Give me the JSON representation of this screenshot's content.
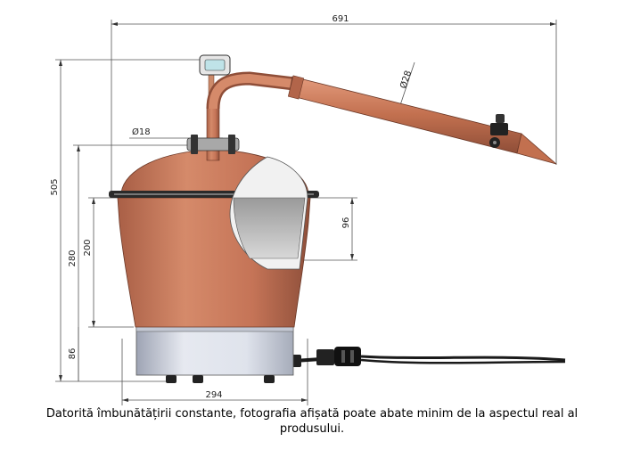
{
  "dimensions": {
    "overall_width": "691",
    "overall_height": "505",
    "pipe_diameter": "Ø28",
    "column_diameter": "Ø18",
    "window_height": "96",
    "body_height": "280",
    "upper_height": "200",
    "base_height": "86",
    "base_width": "294"
  },
  "caption": "Datorită îmbunătățirii constante, fotografia afișată poate abate minim de la aspectul real al produsului.",
  "colors": {
    "copper": "#c97a5c",
    "copper_dark": "#9c5842",
    "base": "#d6dbe6",
    "window": "#b4b4b4",
    "lines": "#333333"
  }
}
